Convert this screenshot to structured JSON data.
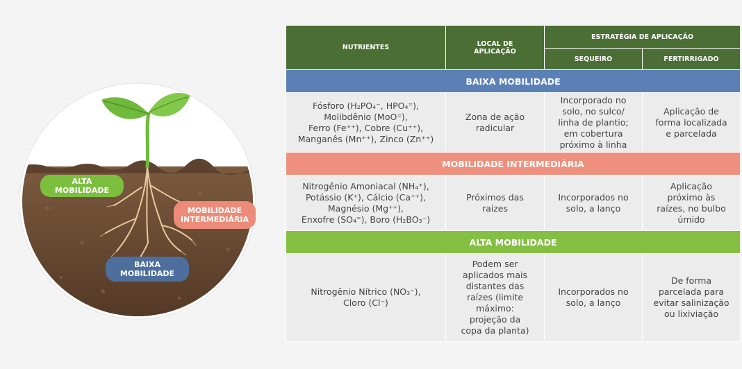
{
  "illustration": {
    "labels": {
      "alta": [
        "ALTA",
        "MOBILIDADE"
      ],
      "intermediaria": [
        "MOBILIDADE",
        "INTERMEDIÁRIA"
      ],
      "baixa": [
        "BAIXA",
        "MOBILIDADE"
      ]
    },
    "colors": {
      "alta": "#7cbf3f",
      "intermediaria": "#ec8b78",
      "baixa": "#4e6f9e",
      "soil": "#6b4a33",
      "leaf": "#6fb93d"
    }
  },
  "table": {
    "headers": {
      "nutrientes": "NUTRIENTES",
      "local": [
        "LOCAL DE",
        "APLICAÇÃO"
      ],
      "estrategia": "ESTRATÉGIA DE APLICAÇÃO",
      "sequeiro": "SEQUEIRO",
      "fertirrigado": "FERTIRRIGADO"
    },
    "header_color": "#4a6e33",
    "sections": [
      {
        "band": "BAIXA MOBILIDADE",
        "band_color": "#5b80b6",
        "nutrientes": [
          "Fósforo (H₂PO₄⁻, HPO₄⁼),",
          "Molibdênio (MoO⁼),",
          "Ferro (Fe⁺⁺), Cobre (Cu⁺⁺),",
          "Manganês (Mn⁺⁺), Zinco (Zn⁺⁺)"
        ],
        "local": [
          "Zona de ação",
          "radicular"
        ],
        "sequeiro": [
          "Incorporado no",
          "solo, no sulco/",
          "linha de plantio;",
          "em cobertura",
          "próximo à linha"
        ],
        "fertirrigado": [
          "Aplicação de",
          "forma localizada",
          "e parcelada"
        ]
      },
      {
        "band": "MOBILIDADE INTERMEDIÁRIA",
        "band_color": "#ee907d",
        "nutrientes": [
          "Nitrogênio Amoniacal (NH₄⁺),",
          "Potássio (K⁺), Cálcio (Ca⁺⁺),",
          "Magnésio (Mg⁺⁺),",
          "Enxofre (SO₄⁼), Boro (H₂BO₃⁻)"
        ],
        "local": [
          "Próximos das",
          "raízes"
        ],
        "sequeiro": [
          "Incorporados no",
          "solo, a lanço"
        ],
        "fertirrigado": [
          "Aplicação",
          "próximo às",
          "raízes, no bulbo",
          "úmido"
        ]
      },
      {
        "band": "ALTA MOBILIDADE",
        "band_color": "#84bf42",
        "nutrientes": [
          "Nitrogênio Nítrico (NO₃⁻),",
          "Cloro (Cl⁻)"
        ],
        "local": [
          "Podem ser",
          "aplicados mais",
          "distantes das",
          "raízes (limite",
          "máximo:",
          "projeção da",
          "copa da planta)"
        ],
        "sequeiro": [
          "Incorporados no",
          "solo, a lanço"
        ],
        "fertirrigado": [
          "De forma",
          "parcelada para",
          "evitar salinização",
          "ou lixiviação"
        ]
      }
    ]
  }
}
